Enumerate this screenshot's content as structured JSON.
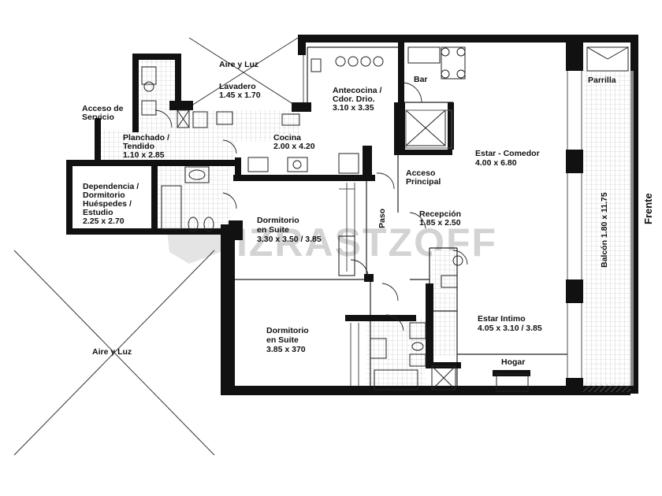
{
  "watermark": "IZRASTZOFF",
  "front_label": "Frente",
  "rooms": {
    "aire_luz_top": [
      "Aire y Luz"
    ],
    "aire_luz_left": [
      "Aire y Luz"
    ],
    "lavadero": [
      "Lavadero",
      "1.45 x 1.70"
    ],
    "acceso_servicio": [
      "Acceso de",
      "Servicio"
    ],
    "planchado": [
      "Planchado /",
      "Tendido",
      "1.10 x 2.85"
    ],
    "antecocina": [
      "Antecocina /",
      "Cdor. Drio.",
      "3.10 x 3.35"
    ],
    "bar": [
      "Bar"
    ],
    "parrilla": [
      "Parrilla"
    ],
    "cocina": [
      "Cocina",
      "2.00 x 4.20"
    ],
    "estar_comedor": [
      "Estar - Comedor",
      "4.00 x 6.80"
    ],
    "dependencia": [
      "Dependencia /",
      "Dormitorio",
      "Huéspedes /",
      "Estudio",
      "2.25 x 2.70"
    ],
    "acceso_principal": [
      "Acceso",
      "Principal"
    ],
    "recepcion": [
      "Recepción",
      "1.85 x 2.50"
    ],
    "dormitorio_suite_1": [
      "Dormitorio",
      "en Suite",
      "3.30 x 3.50 / 3.85"
    ],
    "paso": [
      "Paso"
    ],
    "balcon": [
      "Balcón 1.80 x 11.75"
    ],
    "dormitorio_suite_2": [
      "Dormitorio",
      "en Suite",
      "3.85 x 370"
    ],
    "estar_intimo": [
      "Estar Intimo",
      "4.05 x 3.10 / 3.85"
    ],
    "hogar": [
      "Hogar"
    ]
  }
}
